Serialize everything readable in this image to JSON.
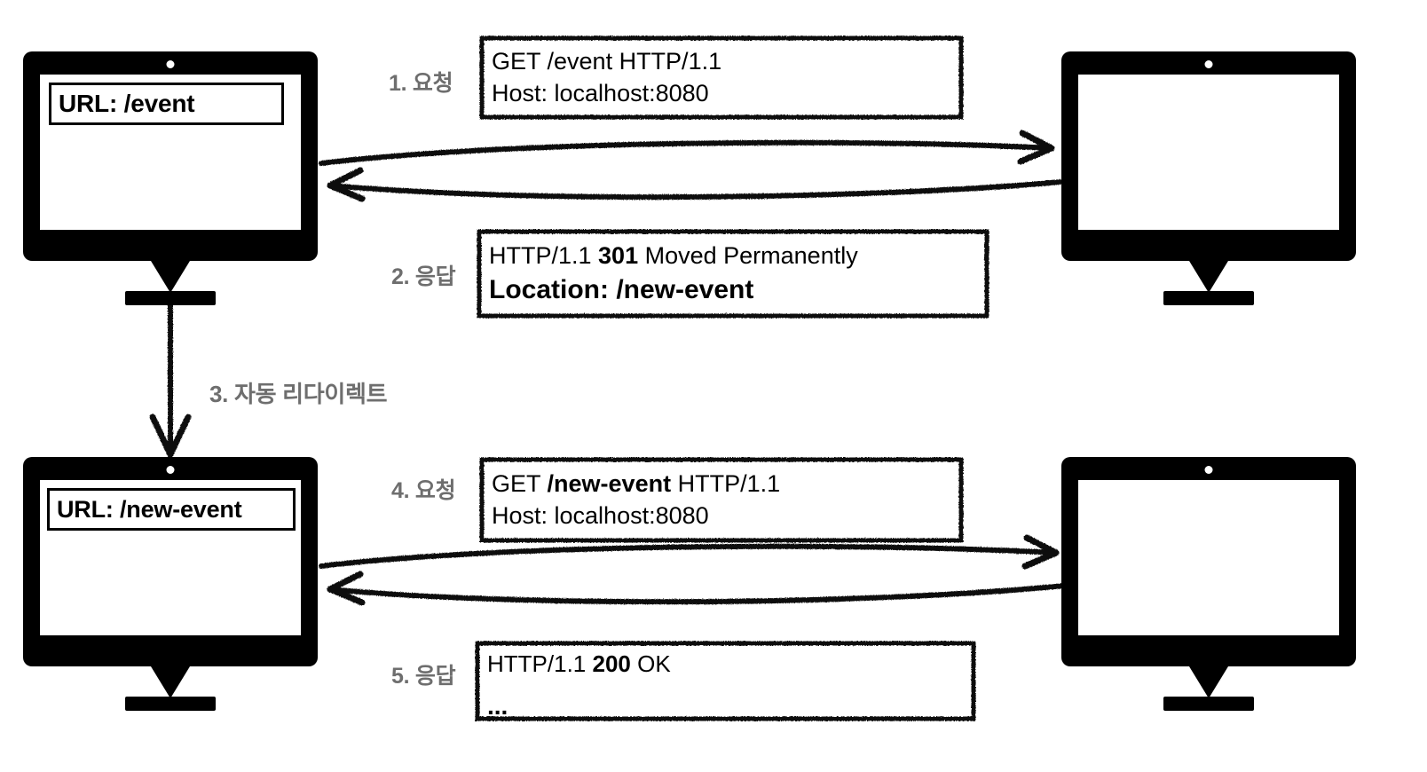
{
  "diagram": {
    "title": "HTTP 301 redirect sequence",
    "accent_gray": "#6e6e6e",
    "ink": "#000000",
    "paper": "#ffffff"
  },
  "clients": [
    {
      "name": "client-top",
      "url_label": "URL: /event"
    },
    {
      "name": "client-bottom",
      "url_label": "URL: /new-event"
    }
  ],
  "servers": [
    {
      "name": "server-top",
      "screen_text": ""
    },
    {
      "name": "server-bottom",
      "screen_text": ""
    }
  ],
  "steps": [
    {
      "id": 1,
      "label": "1. 요청",
      "kind": "request",
      "lines": [
        [
          {
            "t": "GET /event HTTP/1.1",
            "bold": false
          }
        ],
        [
          {
            "t": "Host: localhost:8080",
            "bold": false
          }
        ]
      ]
    },
    {
      "id": 2,
      "label": "2. 응답",
      "kind": "response",
      "lines": [
        [
          {
            "t": "HTTP/1.1 ",
            "bold": false
          },
          {
            "t": "301",
            "bold": true
          },
          {
            "t": " Moved Permanently",
            "bold": false
          }
        ],
        [
          {
            "t": "Location: /new-event",
            "bold": true
          }
        ]
      ]
    },
    {
      "id": 3,
      "label": "3. 자동 리다이렉트",
      "kind": "redirect",
      "lines": []
    },
    {
      "id": 4,
      "label": "4. 요청",
      "kind": "request",
      "lines": [
        [
          {
            "t": "GET ",
            "bold": false
          },
          {
            "t": "/new-event",
            "bold": true
          },
          {
            "t": " HTTP/1.1",
            "bold": false
          }
        ],
        [
          {
            "t": "Host: localhost:8080",
            "bold": false
          }
        ]
      ]
    },
    {
      "id": 5,
      "label": "5. 응답",
      "kind": "response",
      "lines": [
        [
          {
            "t": "HTTP/1.1 ",
            "bold": false
          },
          {
            "t": "200",
            "bold": true
          },
          {
            "t": " OK",
            "bold": false
          }
        ],
        [
          {
            "t": "...",
            "bold": true
          }
        ]
      ]
    }
  ]
}
